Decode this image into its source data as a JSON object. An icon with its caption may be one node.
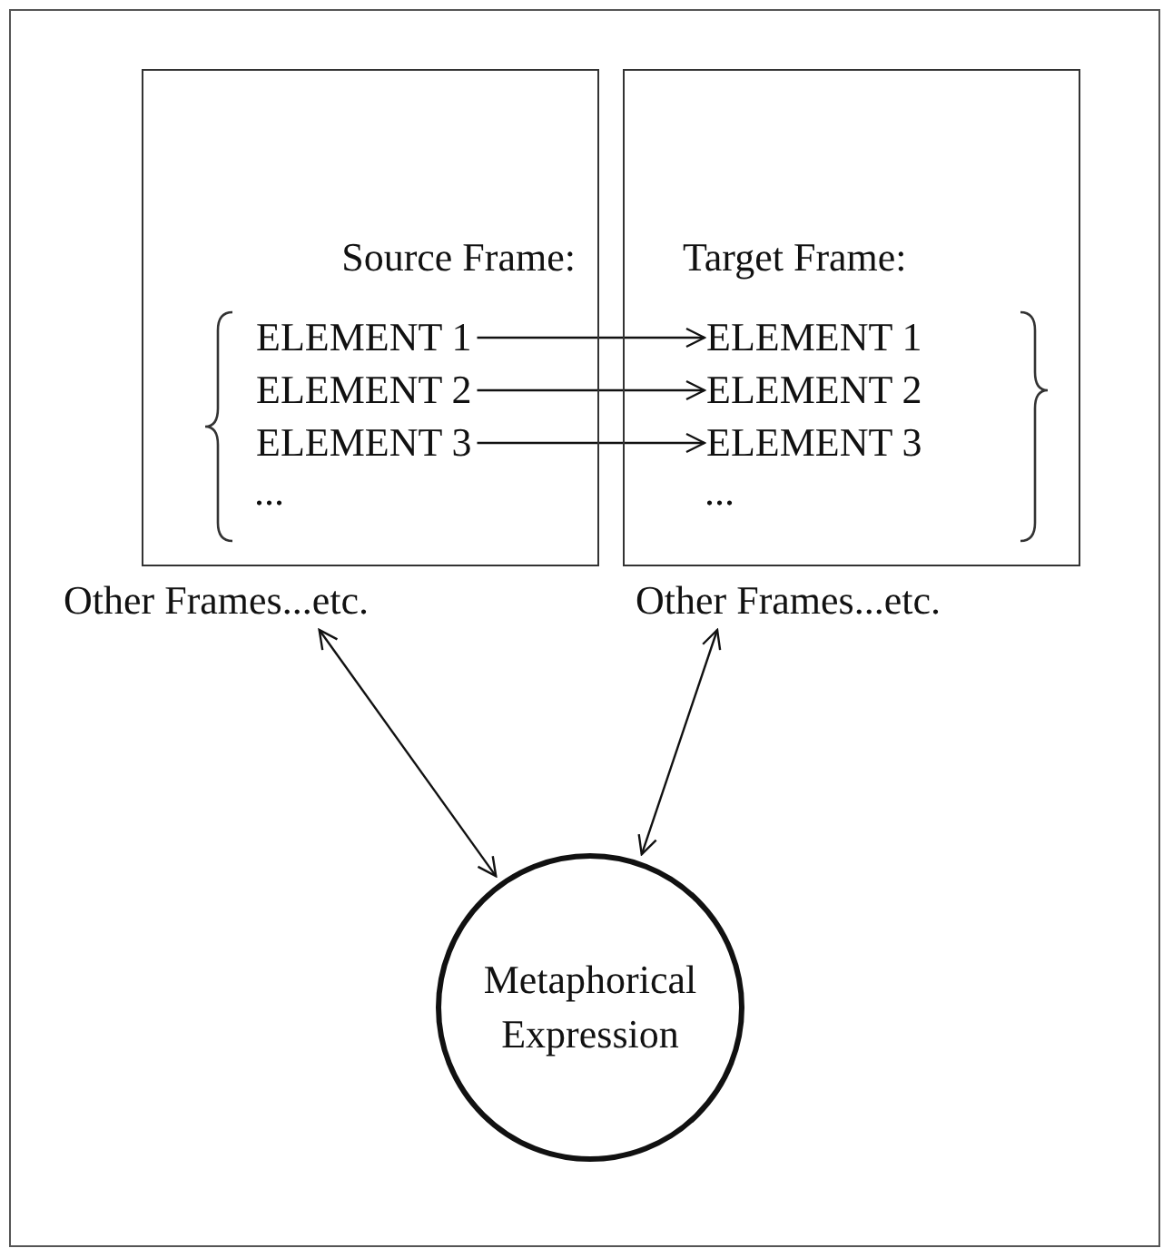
{
  "diagram": {
    "nodes": [
      {
        "text": [
          "Source Frame:"
        ]
      },
      {
        "text": [
          "ELEMENT 1"
        ],
        "in": 0
      },
      {
        "text": [
          "ELEMENT 2"
        ],
        "in": 0
      },
      {
        "text": [
          "ELEMENT 3"
        ],
        "in": 0
      },
      {
        "text": [
          "Target Frame:"
        ]
      },
      {
        "text": [
          "ELEMENT 1"
        ],
        "in": 4
      },
      {
        "text": [
          "ELEMENT 2"
        ],
        "in": 4
      },
      {
        "text": [
          "ELEMENT 3"
        ],
        "in": 4
      },
      {
        "text": [
          "Other Frames...etc."
        ]
      },
      {
        "text": [
          "Other Frames...etc."
        ]
      },
      {
        "text": [
          "Metaphorical Expression"
        ]
      }
    ],
    "edges": [
      {
        "from": 1,
        "to": 5,
        "arrow": "to"
      },
      {
        "from": 2,
        "to": 6,
        "arrow": "to"
      },
      {
        "from": 3,
        "to": 7,
        "arrow": "to"
      },
      {
        "from": 8,
        "to": 10,
        "arrow": "both"
      },
      {
        "from": 9,
        "to": 10,
        "arrow": "both"
      }
    ],
    "labels": [
      "...",
      "..."
    ]
  }
}
